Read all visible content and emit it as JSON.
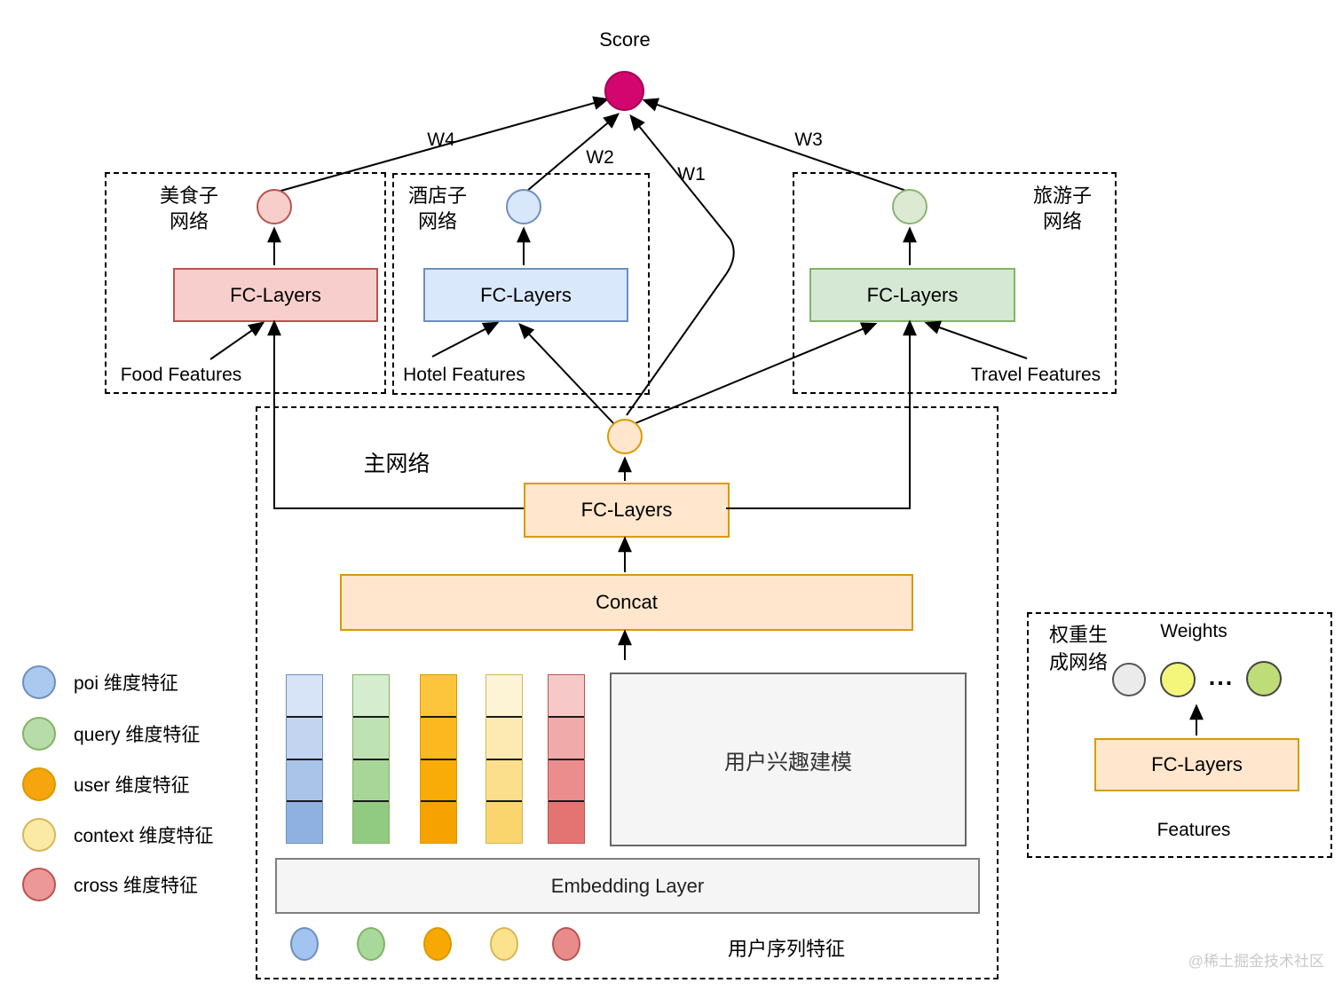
{
  "output": {
    "score_label": "Score"
  },
  "edge_weights": {
    "w1": "W1",
    "w2": "W2",
    "w3": "W3",
    "w4": "W4"
  },
  "subnetworks": {
    "food": {
      "title_line1": "美食子",
      "title_line2": "网络",
      "fc_label": "FC-Layers",
      "features_label": "Food Features"
    },
    "hotel": {
      "title_line1": "酒店子",
      "title_line2": "网络",
      "fc_label": "FC-Layers",
      "features_label": "Hotel Features"
    },
    "travel": {
      "title_line1": "旅游子",
      "title_line2": "网络",
      "fc_label": "FC-Layers",
      "features_label": "Travel Features"
    }
  },
  "main_network": {
    "title": "主网络",
    "fc_label": "FC-Layers",
    "concat_label": "Concat",
    "interest_label": "用户兴趣建模",
    "embedding_label": "Embedding Layer",
    "sequence_label": "用户序列特征"
  },
  "weight_network": {
    "title_line1": "权重生",
    "title_line2": "成网络",
    "weights_label": "Weights",
    "dots": "...",
    "fc_label": "FC-Layers",
    "features_label": "Features"
  },
  "legend": {
    "items": [
      {
        "label": "poi 维度特征",
        "color": "#abc8ef",
        "border": "#6c8ebf"
      },
      {
        "label": "query 维度特征",
        "color": "#b7dcaa",
        "border": "#82b366"
      },
      {
        "label": "user 维度特征",
        "color": "#f6a50e",
        "border": "#d79b00"
      },
      {
        "label": "context 维度特征",
        "color": "#fbeaa6",
        "border": "#d6b656"
      },
      {
        "label": "cross 维度特征",
        "color": "#ec9898",
        "border": "#b85450"
      }
    ]
  },
  "feature_columns": {
    "poi": {
      "cells": [
        "#d7e3f7",
        "#c2d4f0",
        "#a9c3e9",
        "#8fb1e1"
      ],
      "border": "#6c8ebf"
    },
    "query": {
      "cells": [
        "#d5ecce",
        "#bfe2b4",
        "#a7d698",
        "#90cb81"
      ],
      "border": "#82b366"
    },
    "user": {
      "cells": [
        "#fdc53c",
        "#fbb81f",
        "#f9ab08",
        "#f6a200"
      ],
      "border": "#d79b00"
    },
    "context": {
      "cells": [
        "#fdf4d5",
        "#fceab2",
        "#fbdf8d",
        "#fad56d"
      ],
      "border": "#d6b656"
    },
    "cross": {
      "cells": [
        "#f6c9c8",
        "#f0aaa9",
        "#ea8d8c",
        "#e47472"
      ],
      "border": "#b85450"
    }
  },
  "palette": {
    "score_node": "#d2066e",
    "food_accent": "#b85450",
    "hotel_accent": "#6c8ebf",
    "travel_accent": "#82b366",
    "main_accent": "#d79b00",
    "weight_node_gray": "#ebebeb",
    "weight_node_yellow": "#f4f67c",
    "weight_node_green": "#bedc77"
  },
  "watermark": "@稀土掘金技术社区"
}
